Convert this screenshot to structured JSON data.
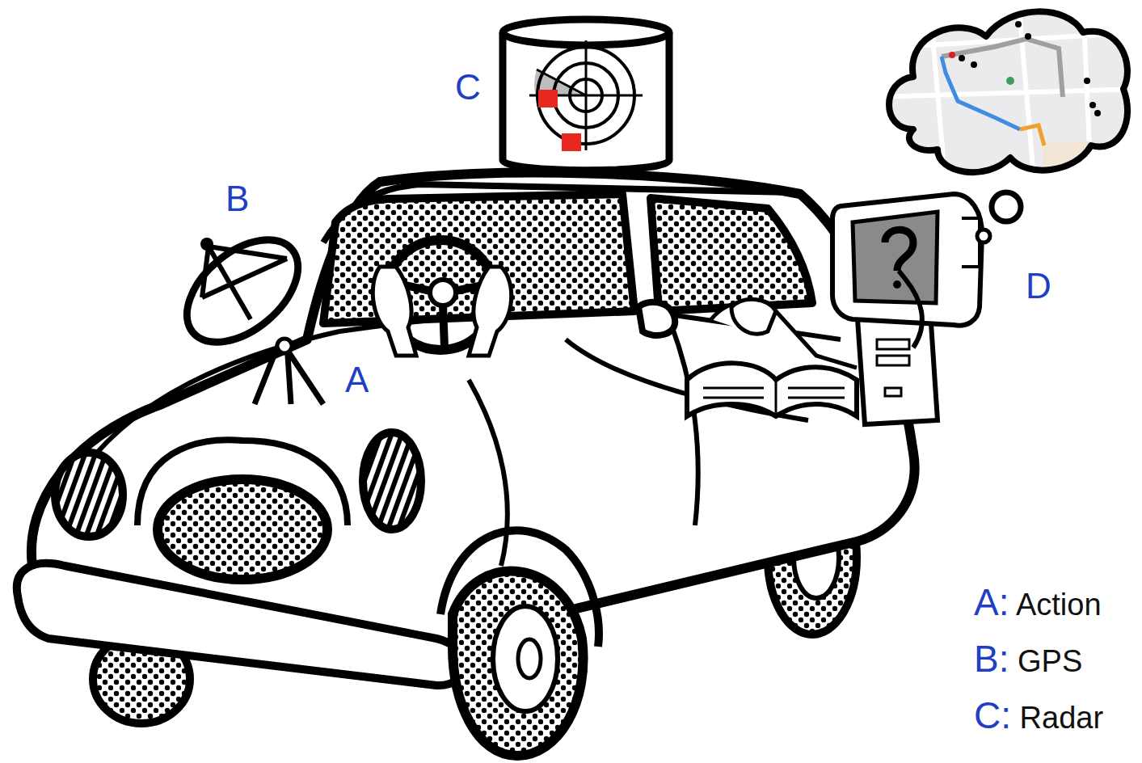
{
  "diagram": {
    "labels": [
      "C",
      "B",
      "A",
      "D"
    ],
    "legend": [
      {
        "text": "A: Action"
      },
      {
        "text": "B: GPS"
      },
      {
        "text": "C: Radar"
      }
    ]
  }
}
